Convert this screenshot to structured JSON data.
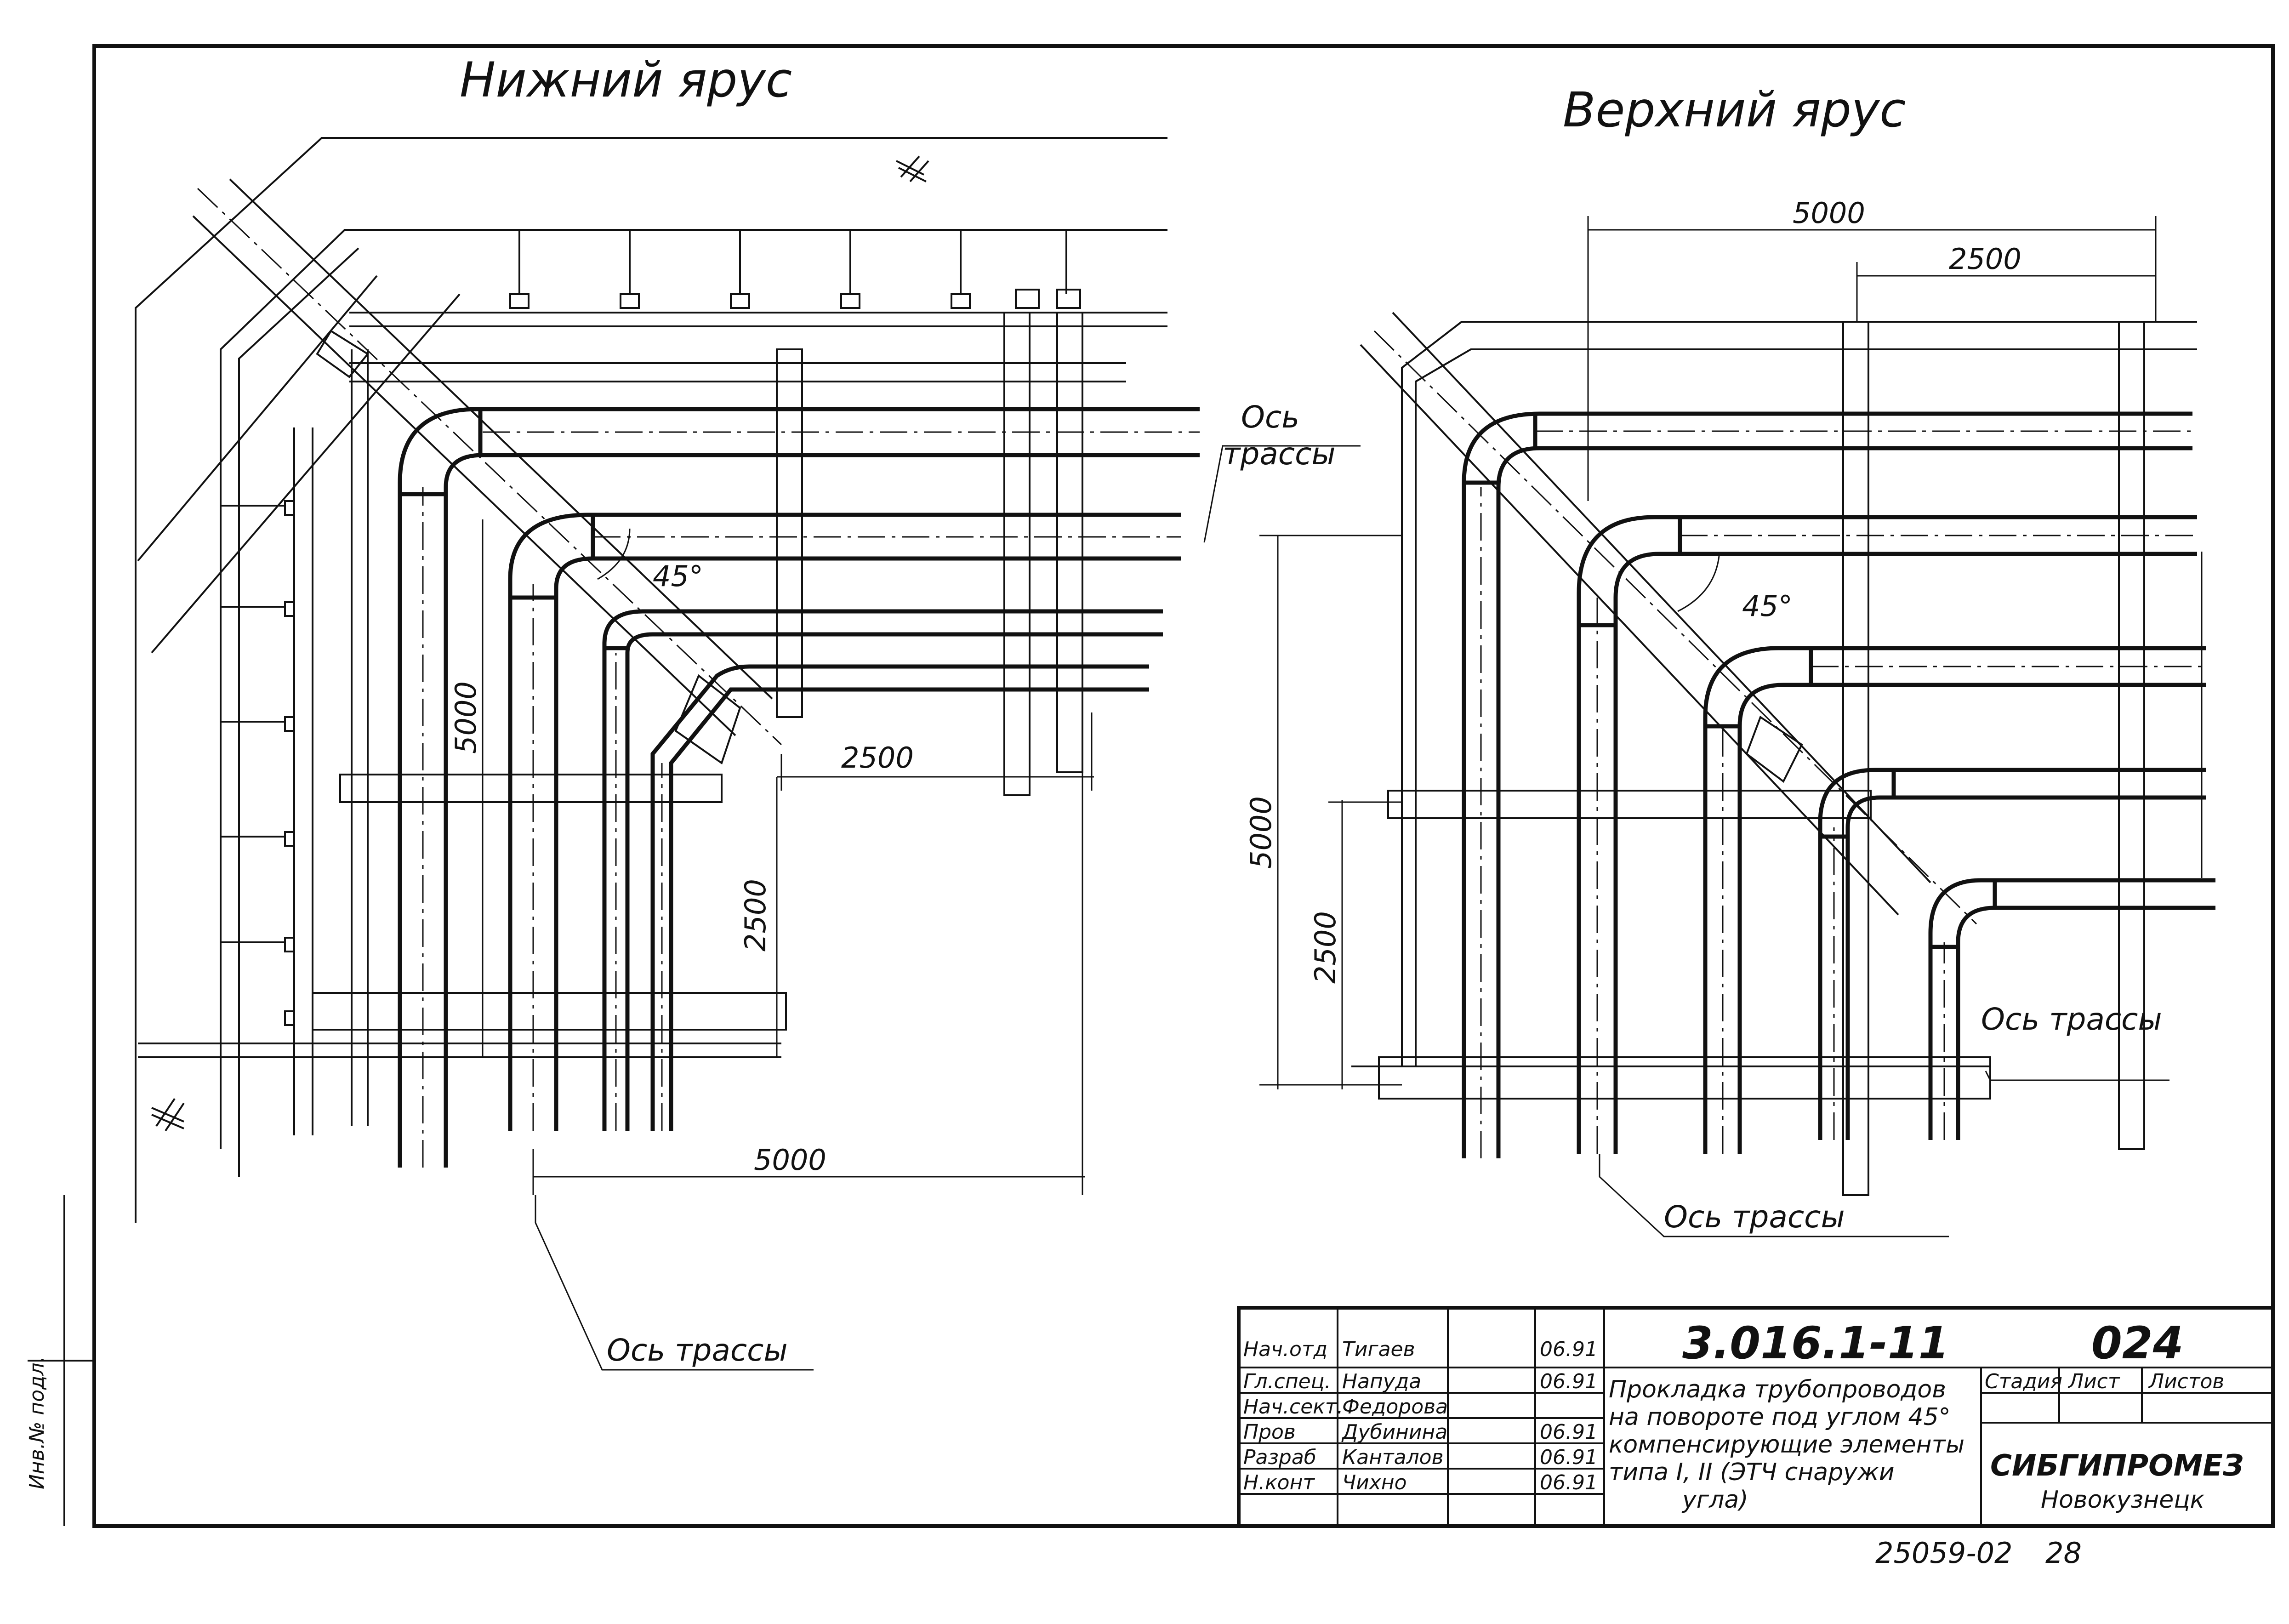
{
  "labels": {
    "lower_tier": "Нижний ярус",
    "upper_tier": "Верхний ярус",
    "route_axis": "Ось трассы",
    "route_axis_line1": "Ось",
    "route_axis_line2": "трассы",
    "angle": "45°"
  },
  "dimensions": {
    "d5000": "5000",
    "d2500": "2500"
  },
  "title_block": {
    "code": "3.016.1-11",
    "sheet_code": "024",
    "roles": [
      "Нач.отд",
      "Гл.спец.",
      "Нач.сект.",
      "Пров",
      "Разраб",
      "Н.конт"
    ],
    "names": [
      "Тигаев",
      "Напуда",
      "Федорова",
      "Дубинина",
      "Канталов",
      "Чихно"
    ],
    "dates": [
      "06.91",
      "06.91",
      "",
      "06.91",
      "06.91",
      "06.91"
    ],
    "description": [
      "Прокладка трубопроводов",
      "на повороте под углом 45°",
      "компенсирующие элементы",
      "типа I, II (ЭТЧ снаружи",
      "угла)"
    ],
    "stage_header": "Стадия",
    "sheet_header": "Лист",
    "sheets_header": "Листов",
    "org_name": "СИБГИПРОМЕЗ",
    "org_city": "Новокузнецк"
  },
  "footer": {
    "archive": "25059-02",
    "page": "28"
  },
  "margin_note": "Инв.№ подл."
}
